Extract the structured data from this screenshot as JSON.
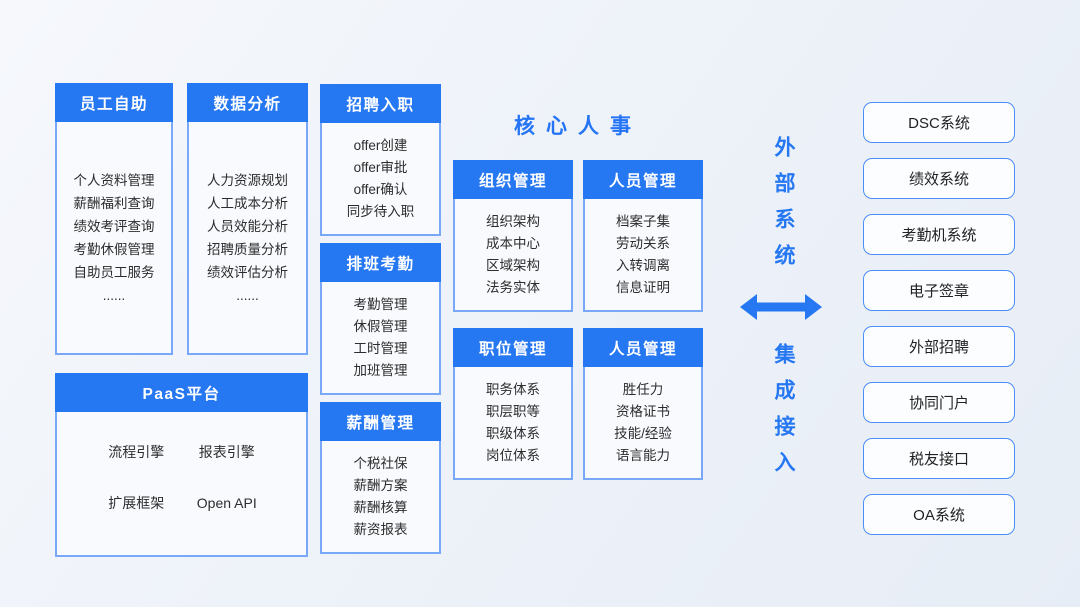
{
  "colors": {
    "accent": "#2577F2",
    "module_border": "#7AA8F8",
    "external_border": "#4B8DF6",
    "body_bg": "#F8FAFE"
  },
  "left_modules": [
    {
      "title": "员工自助",
      "items": [
        "个人资料管理",
        "薪酬福利查询",
        "绩效考评查询",
        "考勤休假管理",
        "自助员工服务",
        "......"
      ]
    },
    {
      "title": "数据分析",
      "items": [
        "人力资源规划",
        "人工成本分析",
        "人员效能分析",
        "招聘质量分析",
        "绩效评估分析",
        "......"
      ]
    }
  ],
  "mid_modules": [
    {
      "title": "招聘入职",
      "items": [
        "offer创建",
        "offer审批",
        "offer确认",
        "同步待入职"
      ]
    },
    {
      "title": "排班考勤",
      "items": [
        "考勤管理",
        "休假管理",
        "工时管理",
        "加班管理"
      ]
    },
    {
      "title": "薪酬管理",
      "items": [
        "个税社保",
        "薪酬方案",
        "薪酬核算",
        "薪资报表"
      ]
    }
  ],
  "paas": {
    "title": "PaaS平台",
    "items": [
      "流程引擎",
      "报表引擎",
      "扩展框架",
      "Open API"
    ]
  },
  "core": {
    "title": "核心人事",
    "modules": [
      {
        "title": "组织管理",
        "items": [
          "组织架构",
          "成本中心",
          "区域架构",
          "法务实体"
        ]
      },
      {
        "title": "人员管理",
        "items": [
          "档案子集",
          "劳动关系",
          "入转调离",
          "信息证明"
        ]
      },
      {
        "title": "职位管理",
        "items": [
          "职务体系",
          "职层职等",
          "职级体系",
          "岗位体系"
        ]
      },
      {
        "title": "人员管理",
        "items": [
          "胜任力",
          "资格证书",
          "技能/经验",
          "语言能力"
        ]
      }
    ]
  },
  "integration": {
    "label_top": "外部系统",
    "label_bottom": "集成接入"
  },
  "external_systems": [
    "DSC系统",
    "绩效系统",
    "考勤机系统",
    "电子签章",
    "外部招聘",
    "协同门户",
    "税友接口",
    "OA系统"
  ]
}
